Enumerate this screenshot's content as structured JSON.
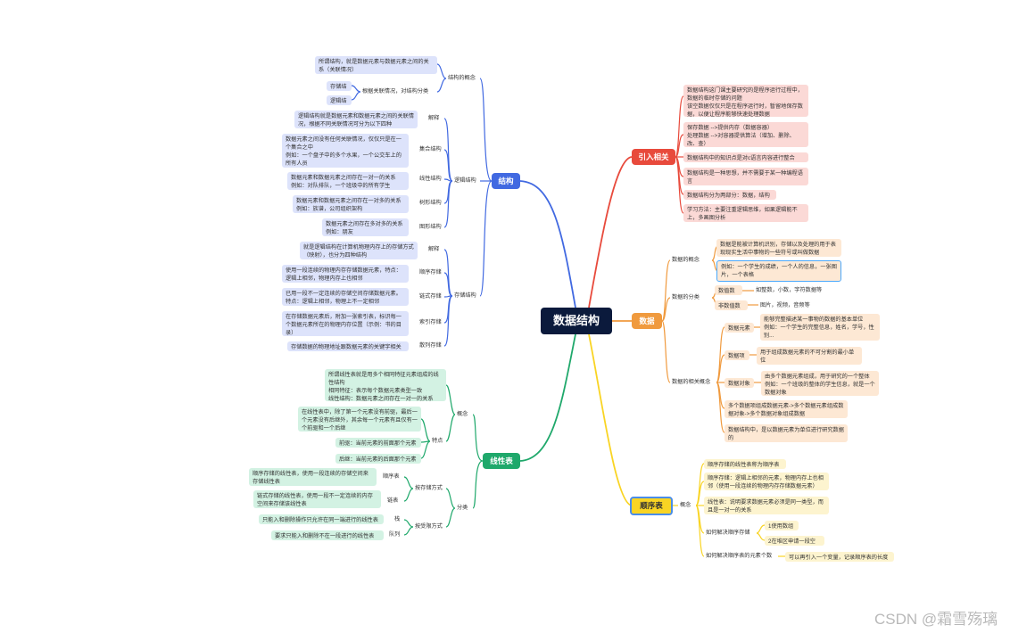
{
  "root": {
    "label": "数据结构"
  },
  "branches": {
    "structure": {
      "label": "结构"
    },
    "linear": {
      "label": "线性表"
    },
    "intro": {
      "label": "引入相关"
    },
    "data": {
      "label": "数据"
    },
    "seq": {
      "label": "顺序表"
    }
  },
  "structure": {
    "concept": {
      "label": "结构的概念",
      "desc": "所谓结构，就是数据元素与数据元素之间的关系（关联情况）",
      "cls": "根据关联情况，对结构分类",
      "storage": "存储结构",
      "logic": "逻辑结构"
    },
    "logic": {
      "label": "逻辑结构",
      "explain_label": "解释",
      "explain": "逻辑结构就是数据元素和数据元素之间的关联情况，根据不同关联情况可分为以下四种",
      "set_label": "集合结构",
      "set": "数据元素之间没有任何关联情况，仅仅只是在一个集合之中\n例如：一个盘子中的多个水果，一个公交车上的所有人员",
      "linear_label": "线性结构",
      "linear": "数据元素和数据元素之间存在一对一的关系\n例如：对队排队，一个班级中的所有学生",
      "tree_label": "树形结构",
      "tree": "数据元素和数据元素之间存在一对多的关系\n例如：族谱，公司组织架构",
      "graph_label": "图形结构",
      "graph": "数据元素之间存在多对多的关系\n例如：朋友"
    },
    "storage": {
      "label": "存储结构",
      "explain_label": "解释",
      "explain": "就是逻辑结构在计算机物理内存上的存储方式（映射），也分为四种结构",
      "seq_label": "顺序存储",
      "seq": "使用一段连续的物理内存存储数据元素，特点：逻辑上相邻，物理内存上也相邻",
      "chain_label": "链式存储",
      "chain": "已用一段不一定连续的存储空间存储数据元素。特点：逻辑上相邻，物理上不一定相邻",
      "index_label": "索引存储",
      "index": "在存储数据元素后，附加一张索引表，标识每一个数据元素所在的物理内存位置（示例：书的目录）",
      "hash_label": "散列存储",
      "hash": "存储数据的物理地址跟数据元素的关键字相关"
    }
  },
  "linear": {
    "concept": {
      "label": "概念",
      "desc": "所谓线性表就是用多个相同特征元素组成的线性结构\n相同特征：表示每个数据元素类型一致\n线性结构：数据元素之间存在一对一的关系",
      "feature_label": "特点",
      "f1": "在线性表中，除了第一个元素没有前驱，最后一个元素没有后继外，其余每一个元素有且仅有一个前驱和一个后继",
      "f2": "前驱：当前元素的前面那个元素",
      "f3": "后继：当前元素的后面那个元素"
    },
    "classify": {
      "label": "分类",
      "storage_label": "按存储方式",
      "seq_label": "顺序表",
      "seq": "顺序存储的线性表，使用一段连续的存储空间来存储线性表",
      "chain_label": "链表",
      "chain": "链式存储的线性表，使用一段不一定连续的内存空间来存储该线性表",
      "ops_label": "按受限方式",
      "stack_label": "栈",
      "stack": "只能入和删除操作只允许在同一端进行的线性表",
      "queue_label": "队列",
      "queue": "要求只能入和删除不在一段进行的线性表"
    }
  },
  "intro": [
    "数据结构这门课主要研究的是程序运行过程中，数据的临时存储的问题\n该空数据仅仅只是在程序运行时，暂留地保存数据，以便让程序能够快速处理数据",
    "保存数据 -->提供内存（数据容器）\n处理数据 -->对容器提供算法（增加、删除、改、查）",
    "数据结构中的知识点是对c语言内容进行整合",
    "数据结构是一种思想，并不需要于某一种编程语言",
    "数据结构分为两部分：数据，结构",
    "学习方法：主要注重逻辑思维，如果逻辑能不上，多画图分析"
  ],
  "data": {
    "concept": {
      "label": "数据的概念",
      "d1": "数据是能被计算机识别，存储以及处理的用于表现现实生活中事物的一些符号或叫做数据",
      "d2": "例如：一个学生的成绩，一个人的信息，一张图片，一个表格"
    },
    "classify": {
      "label": "数据的分类",
      "num_label": "数值数据",
      "num": "如整数，小数，字符数据等",
      "nonnum_label": "非数值数据",
      "nonnum": "图片，视频，音频等"
    },
    "related": {
      "label": "数据的相关概念",
      "elem_label": "数据元素",
      "elem": "能够完整描述某一事物的数据的基本单位\n例如：一个学生的完整信息，姓名，学号，性别...",
      "item_label": "数据项",
      "item": "用于组成数据元素的不可分割的最小单位\n例如：一个学生信息的某一项",
      "obj_label": "数据对象",
      "obj": "由多个数据元素组成，用于研究的一个整体\n例如：一个班级的整体的学生信息，就是一个数据对象",
      "rel": "多个数据项组成数据元素->多个数据元素组成数据对象->多个数据对象组成数据",
      "unit": "数据结构中，是以数据元素为单位进行研究数据的"
    }
  },
  "seq": {
    "concept_label": "概念",
    "c1": "顺序存储的线性表称为顺序表",
    "c2": "顺序存储：逻辑上相邻的元素，物理内存上也相邻（使用一段连续的物理内存存储数据元素）",
    "c3": "线性表：说明要求数据元素必须是同一类型，而且是一对一的关系",
    "impl_label": "如何解决顺序存储",
    "impl1": "1使用数组",
    "impl2": "2在堆区申请一段空间",
    "count_label": "如何解决顺序表的元素个数",
    "count": "可以再引入一个变量，记录顺序表的长度"
  },
  "watermark": "CSDN @霜雪殇璃",
  "colors": {
    "blue": "#4169e1",
    "green": "#1fa86b",
    "red": "#e84a3c",
    "orange": "#f09a3e",
    "yellow": "#f9d423",
    "root": "#0b1a3c"
  }
}
